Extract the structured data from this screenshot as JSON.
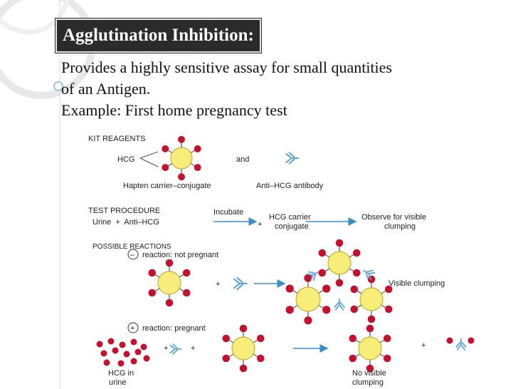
{
  "slide": {
    "title": "Agglutination Inhibition:",
    "line1": "Provides a highly sensitive assay for small quantities",
    "line2": "of an Antigen.",
    "line3": "Example: First home pregnancy test"
  },
  "diagram": {
    "kit_reagents": "KIT REAGENTS",
    "hcg": "HCG",
    "and": "and",
    "hapten_carrier_conjugate": "Hapten carrier–conjugate",
    "anti_hcg_antibody": "Anti–HCG antibody",
    "test_procedure": "TEST PROCEDURE",
    "incubate": "Incubate",
    "urine_plus": "Urine  +  Anti–HCG",
    "plus": "+",
    "hcg_carrier": "HCG carrier",
    "conjugate": "conjugate",
    "observe": "Observe for visible",
    "clumping": "clumping",
    "possible_reactions": "POSSIBLE REACTIONS",
    "minus_sign": "–",
    "neg_reaction": "reaction: not pregnant",
    "visible_clumping": "Visible clumping",
    "plus_sign": "+",
    "pos_reaction": "reaction: pregnant",
    "hcg_in": "HCG in",
    "urine": "urine",
    "no_visible": "No visible",
    "no_clumping": "clumping"
  },
  "colors": {
    "conjugate_fill": "#f7ee7a",
    "hapten": "#c8102e",
    "antibody": "#5fa8d3",
    "arrow": "#3a8fc8",
    "title_bg": "#2b2b2b"
  }
}
